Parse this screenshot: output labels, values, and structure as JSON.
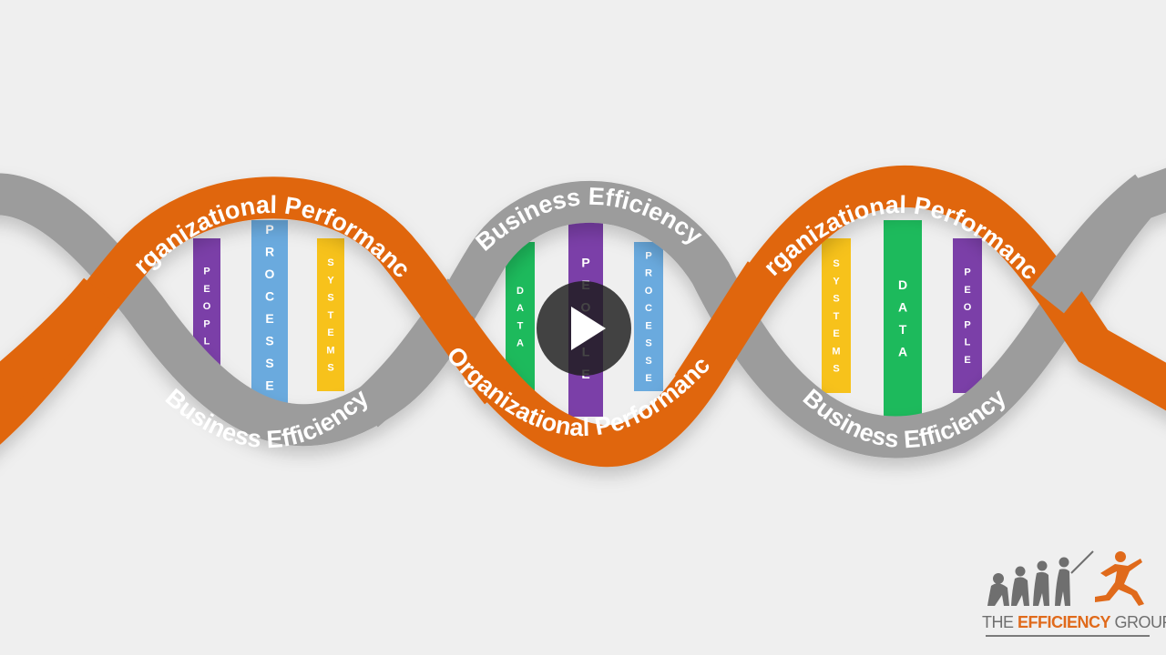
{
  "colors": {
    "orange": "#e0660f",
    "gray": "#9c9c9c",
    "purple": "#7b3fa8",
    "blue": "#6aaade",
    "yellow": "#f7c21b",
    "green": "#1dba5c",
    "logo_accent": "#e06a1b"
  },
  "helix": {
    "labels": {
      "op_1": "Organizational Performance",
      "op_2": "Organizational Performance",
      "op_3": "Organizational Performance",
      "be_1": "Business Efficiency",
      "be_2": "Business Efficiency",
      "be_3": "Business Efficiency"
    },
    "rungs": [
      {
        "label": "PEOPLE",
        "color": "purple"
      },
      {
        "label": "PROCESSES",
        "color": "blue"
      },
      {
        "label": "SYSTEMS",
        "color": "yellow"
      },
      {
        "label": "DATA",
        "color": "green"
      },
      {
        "label": "PEOPLE",
        "color": "purple"
      },
      {
        "label": "PROCESSE",
        "color": "blue"
      },
      {
        "label": "SYSTEMS",
        "color": "yellow"
      },
      {
        "label": "DATA",
        "color": "green"
      },
      {
        "label": "PEOPLE",
        "color": "purple"
      }
    ]
  },
  "video": {
    "play_icon": "play-icon"
  },
  "logo": {
    "icon": "evolution-runner-icon",
    "text_prefix": "THE ",
    "text_accent": "EFFICIENCY",
    "text_suffix": " GROUP"
  }
}
